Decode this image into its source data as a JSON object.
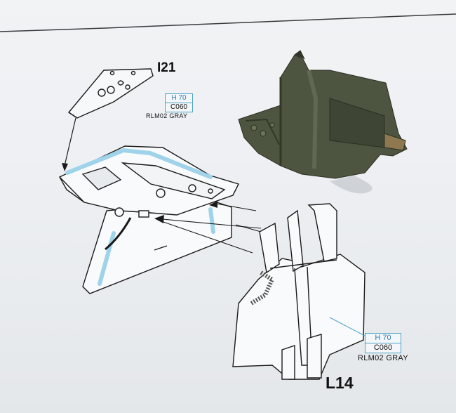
{
  "callouts": {
    "upper": {
      "part": "I21",
      "paint_h": "H 70",
      "paint_c": "C060",
      "paint_name": "RLM02 GRAY"
    },
    "lower": {
      "part": "L14",
      "paint_h": "H 70",
      "paint_c": "C060",
      "paint_name": "RLM02 GRAY"
    }
  },
  "colors": {
    "paper": "#eef0f3",
    "line": "#1a1a1a",
    "highlight_blue": "#9fd3ea",
    "model_green": "#4d5540"
  }
}
